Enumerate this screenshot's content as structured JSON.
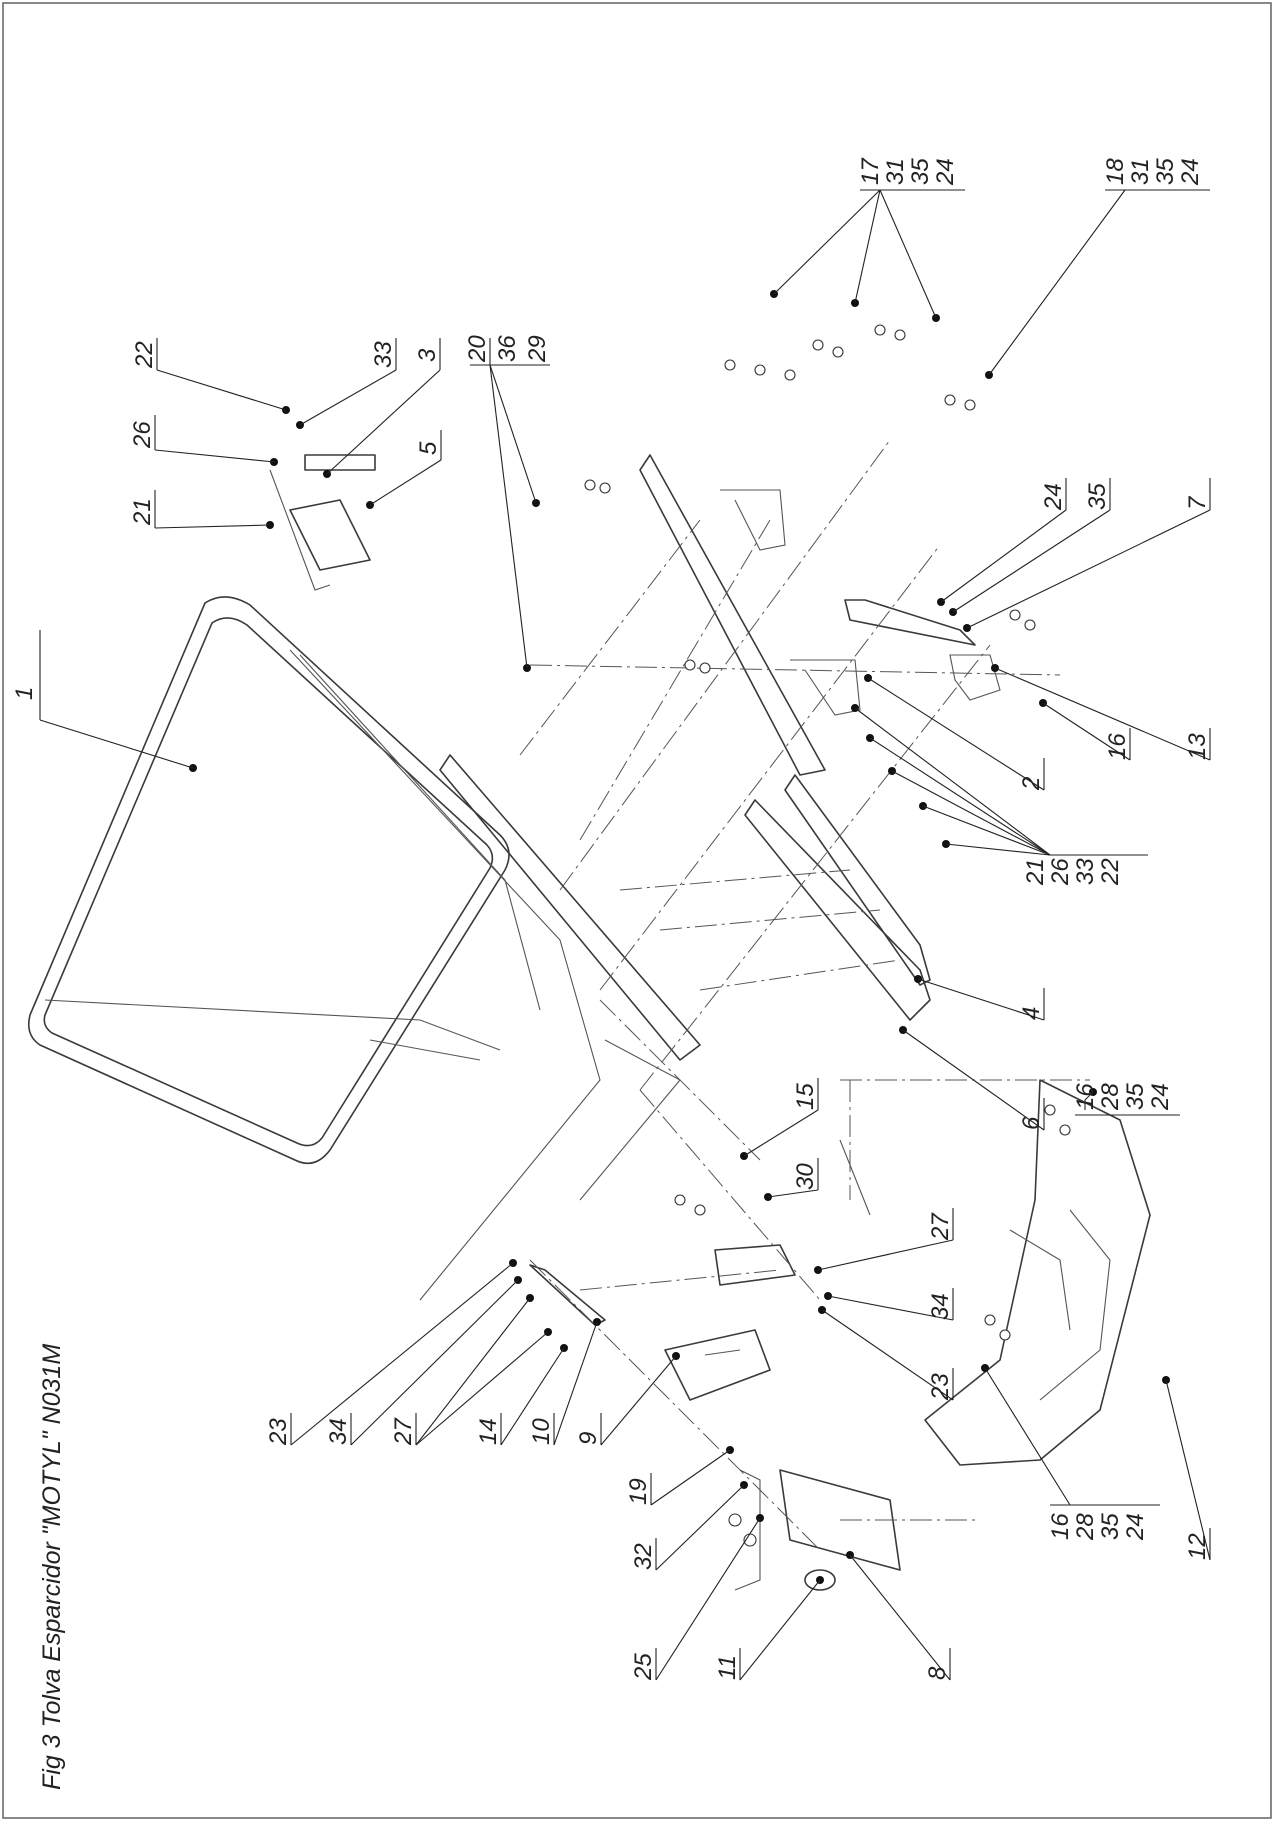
{
  "figure_title": "Fig 3 Tolva Esparcidor \"MOTYL\" N031M",
  "callouts": {
    "c1": [
      "1"
    ],
    "c2": [
      "2"
    ],
    "c3": [
      "3"
    ],
    "c4": [
      "4"
    ],
    "c5": [
      "5"
    ],
    "c6": [
      "6"
    ],
    "c7": [
      "7"
    ],
    "c8": [
      "8"
    ],
    "c9": [
      "9"
    ],
    "c10": [
      "10"
    ],
    "c11": [
      "11"
    ],
    "c12": [
      "12"
    ],
    "c13": [
      "13"
    ],
    "c14": [
      "14"
    ],
    "c15": [
      "15"
    ],
    "c16a": [
      "16"
    ],
    "c17": [
      "17",
      "31",
      "35",
      "24"
    ],
    "c18": [
      "18",
      "31",
      "35",
      "24"
    ],
    "c19": [
      "19"
    ],
    "c20": [
      "20",
      "36",
      "29"
    ],
    "c21a": [
      "21"
    ],
    "c21b": [
      "21",
      "26",
      "33",
      "22"
    ],
    "c22": [
      "22"
    ],
    "c23a": [
      "23"
    ],
    "c23b": [
      "23"
    ],
    "c24": [
      "24"
    ],
    "c25": [
      "25"
    ],
    "c26": [
      "26"
    ],
    "c27a": [
      "27"
    ],
    "c27b": [
      "27"
    ],
    "c30": [
      "30"
    ],
    "c32": [
      "32"
    ],
    "c33": [
      "33"
    ],
    "c34a": [
      "34"
    ],
    "c34b": [
      "34"
    ],
    "c35": [
      "35"
    ],
    "c16b": [
      "16",
      "28",
      "35",
      "24"
    ],
    "c16c": [
      "16",
      "28",
      "35",
      "24"
    ]
  }
}
